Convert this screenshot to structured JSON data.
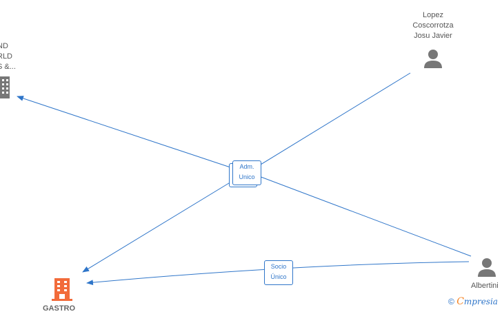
{
  "nodes": {
    "company_left_label": [
      "ND",
      "RLD",
      "S &..."
    ],
    "person_top_label": [
      "Lopez",
      "Coscorrotza",
      "Josu Javier"
    ],
    "person_right_label": "Albertini",
    "company_bottom_label": "GASTRO"
  },
  "edges": {
    "adm_label": [
      "Adm.",
      "Unico"
    ],
    "socio_label": [
      "Socio",
      "Único"
    ]
  },
  "watermark": {
    "copyright": "©",
    "brand_first": "C",
    "brand_rest": "mpresia"
  },
  "colors": {
    "edge": "#2e75c9",
    "company_gray": "#777777",
    "company_orange": "#f26b3a",
    "person_gray": "#777777"
  }
}
